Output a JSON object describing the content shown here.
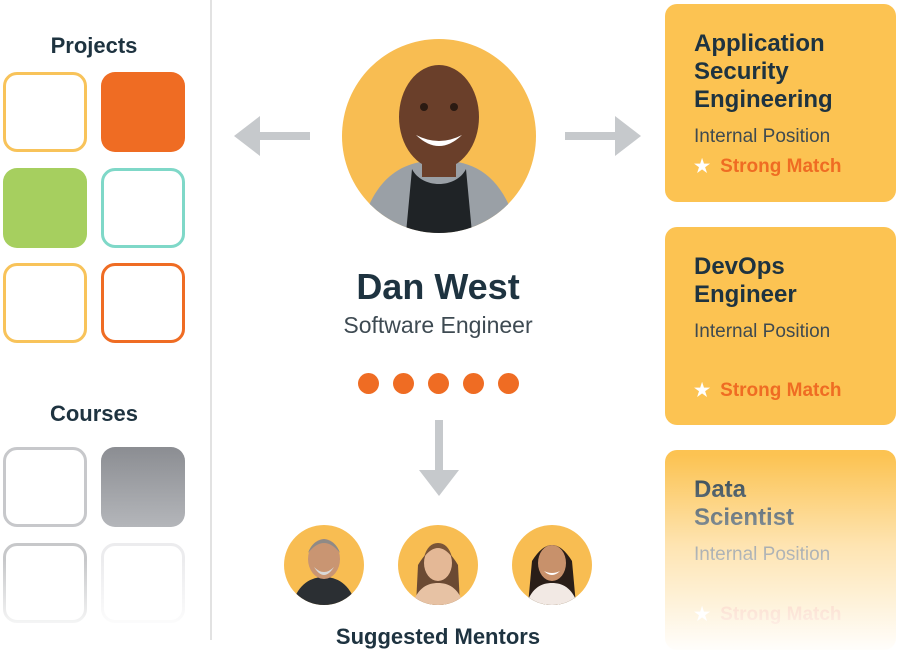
{
  "sidebar": {
    "projects_title": "Projects",
    "courses_title": "Courses"
  },
  "profile": {
    "name": "Dan West",
    "role": "Software Engineer"
  },
  "mentors": {
    "label": "Suggested Mentors"
  },
  "positions": [
    {
      "title_lines": [
        "Application",
        "Security",
        "Engineering"
      ],
      "type": "Internal Position",
      "match": "Strong Match"
    },
    {
      "title_lines": [
        "DevOps",
        "Engineer"
      ],
      "type": "Internal Position",
      "match": "Strong Match"
    },
    {
      "title_lines": [
        "Data",
        "Scientist"
      ],
      "type": "Internal Position",
      "match": "Strong Match"
    }
  ],
  "colors": {
    "navy": "#1e3340",
    "orange": "#ef6c23",
    "yellow": "#fcc352",
    "green": "#a6cf5f",
    "teal": "#7fd8c8",
    "gray": "#9a9ca1"
  },
  "icons": [
    "arrow-left-icon",
    "arrow-right-icon",
    "arrow-down-icon",
    "star-icon"
  ]
}
